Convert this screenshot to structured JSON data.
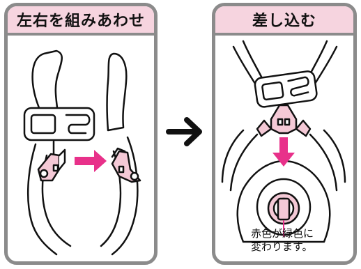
{
  "panels": {
    "left": {
      "title": "左右を組みあわせ"
    },
    "right": {
      "title": "差し込む"
    }
  },
  "note": {
    "line1": "赤色が緑色に",
    "line2": "変わります。"
  },
  "colors": {
    "accent": "#e8318a",
    "header_bg": "#f6d4df",
    "border": "#8b8b8b",
    "part_fill": "#f4c9d6"
  },
  "icons": [
    "arrow-right-icon",
    "arrow-right-pink-icon",
    "arrow-down-pink-icon"
  ]
}
